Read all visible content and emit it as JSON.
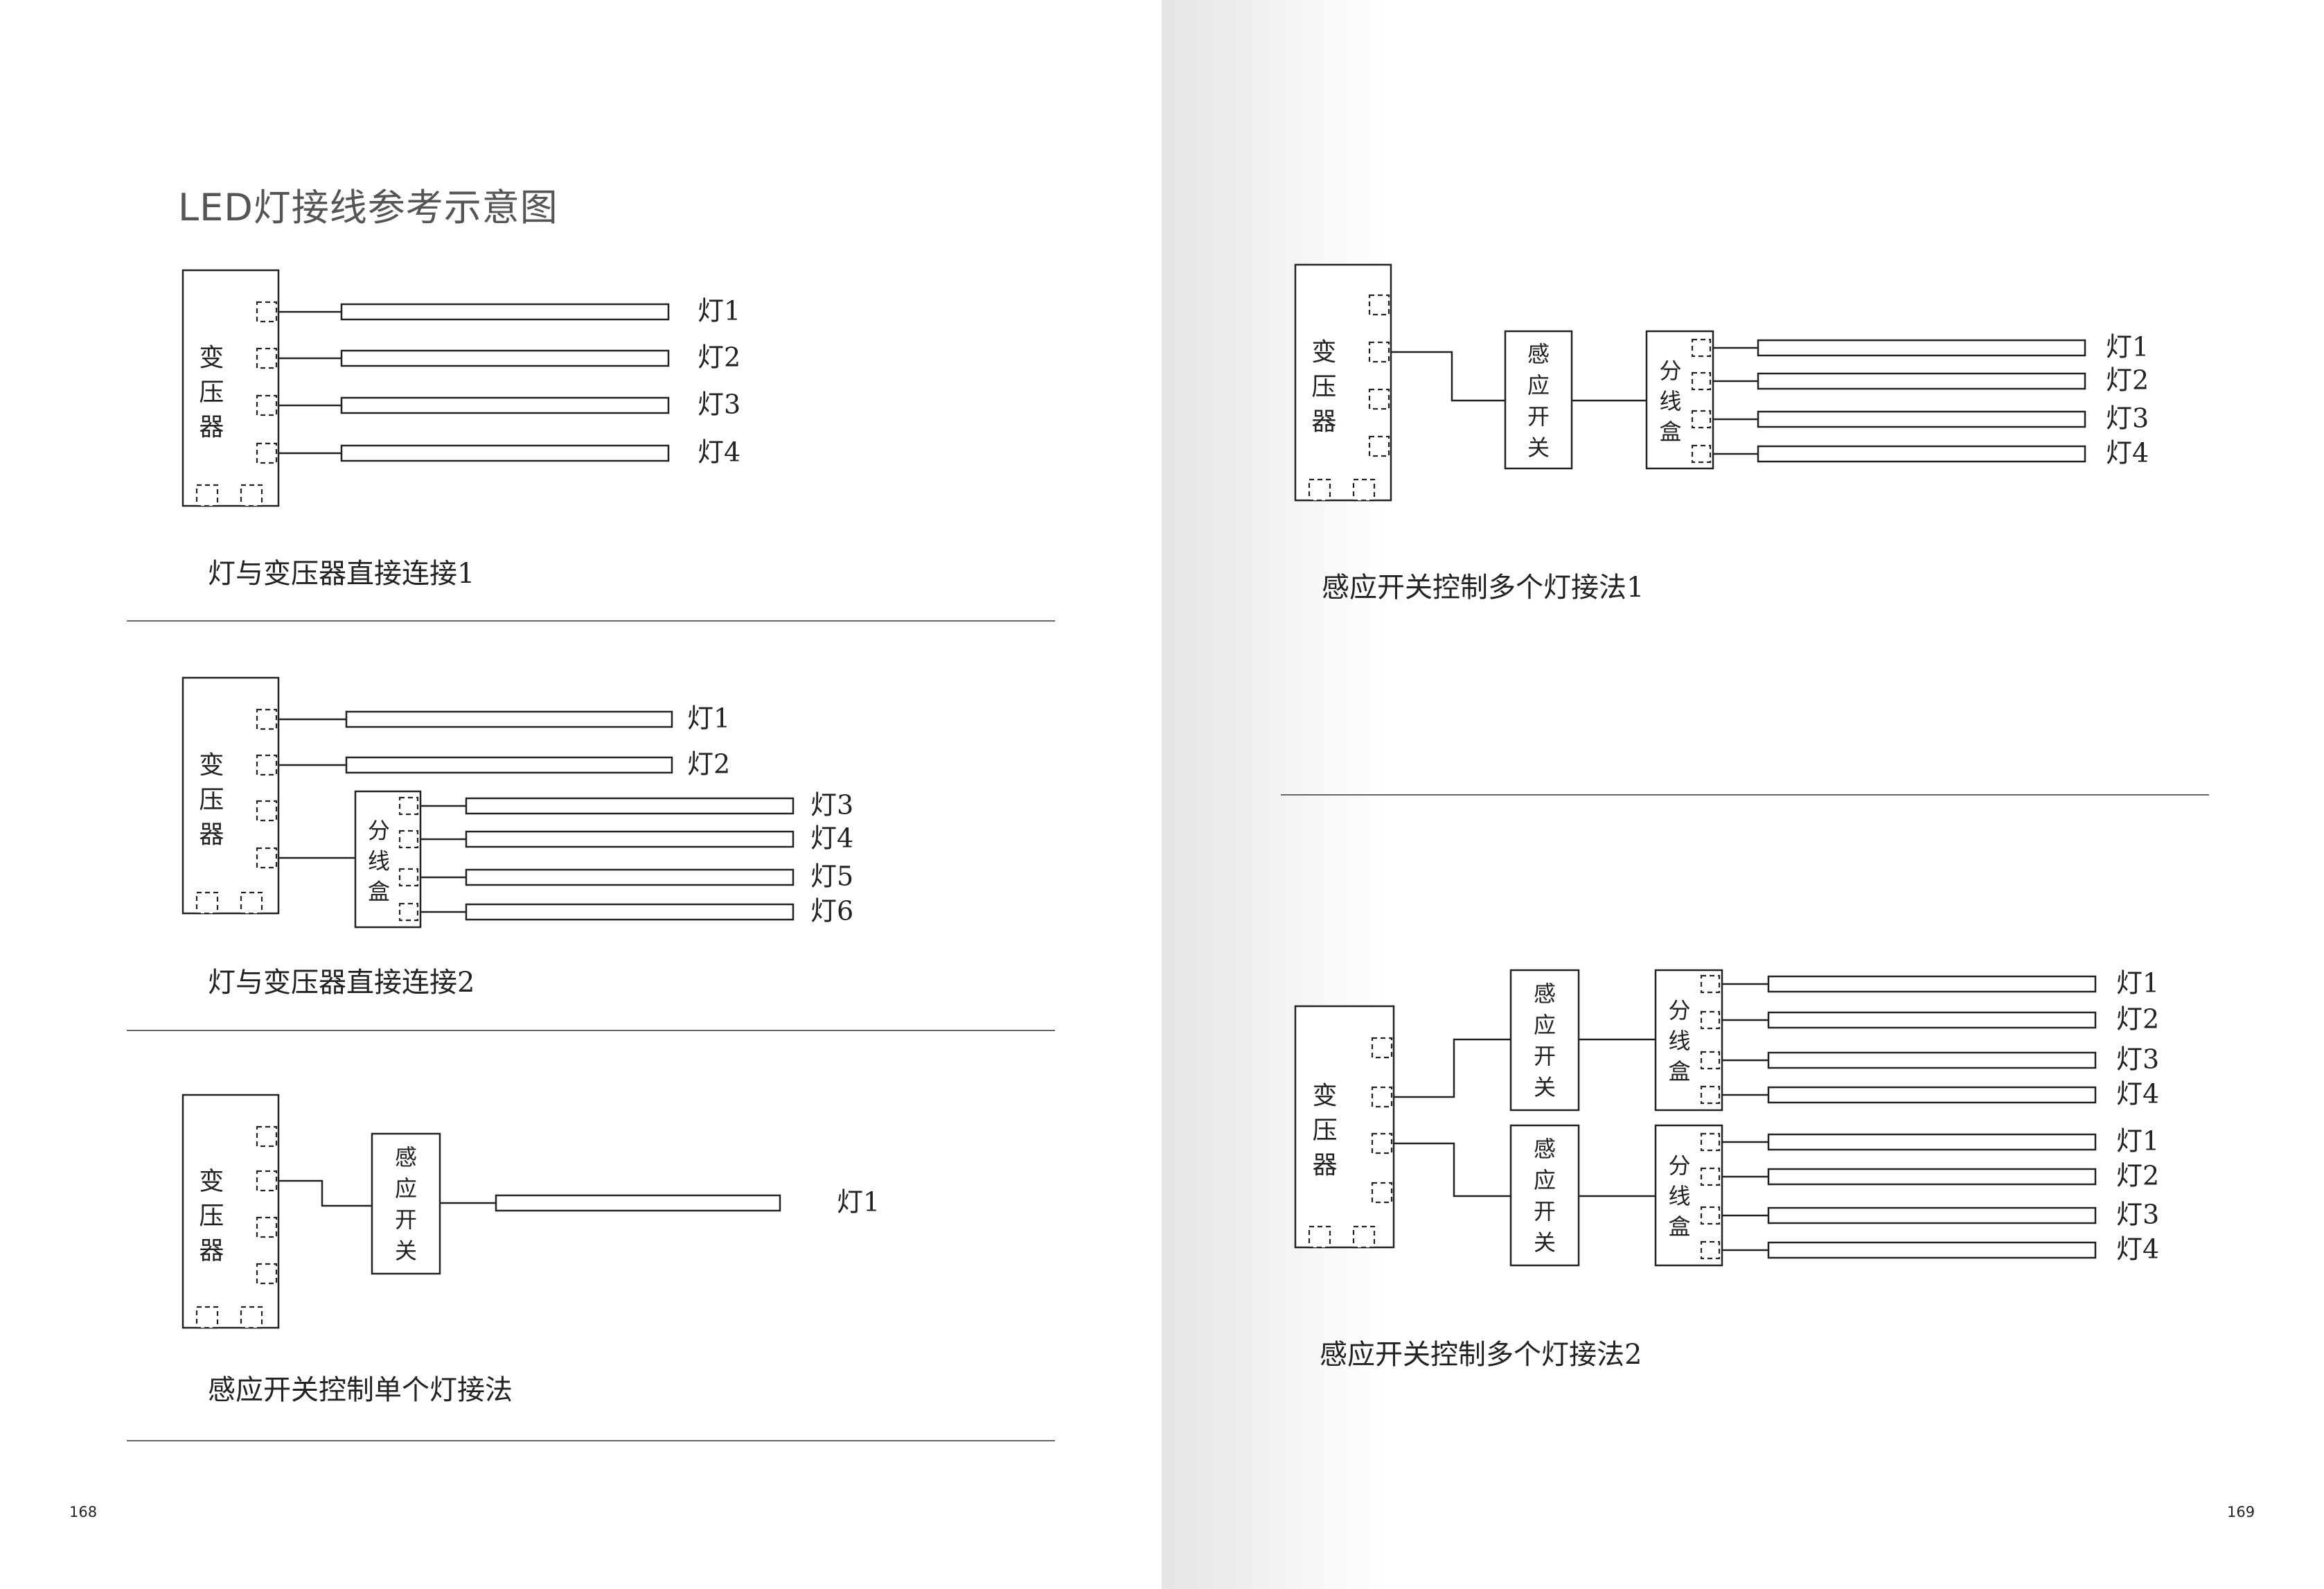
{
  "title": "LED灯接线参考示意图",
  "labels": {
    "transformer": [
      "变",
      "压",
      "器"
    ],
    "sensor": [
      "感",
      "应",
      "开",
      "关"
    ],
    "junction": [
      "分",
      "线",
      "盒"
    ]
  },
  "diagrams": [
    {
      "id": "d1",
      "caption": "灯与变压器直接连接1",
      "lamps": [
        "灯1",
        "灯2",
        "灯3",
        "灯4"
      ]
    },
    {
      "id": "d2",
      "caption": "灯与变压器直接连接2",
      "lamps": [
        "灯1",
        "灯2",
        "灯3",
        "灯4",
        "灯5",
        "灯6"
      ]
    },
    {
      "id": "d3",
      "caption": "感应开关控制单个灯接法",
      "lamps": [
        "灯1"
      ]
    },
    {
      "id": "d4",
      "caption": "感应开关控制多个灯接法1",
      "lamps": [
        "灯1",
        "灯2",
        "灯3",
        "灯4"
      ]
    },
    {
      "id": "d5",
      "caption": "感应开关控制多个灯接法2",
      "lamps": [
        "灯1",
        "灯2",
        "灯3",
        "灯4",
        "灯1",
        "灯2",
        "灯3",
        "灯4"
      ]
    }
  ],
  "page_numbers": {
    "left": "168",
    "right": "169"
  }
}
